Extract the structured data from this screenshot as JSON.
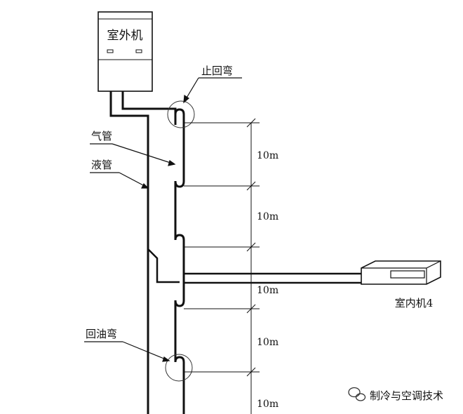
{
  "outdoor_unit": {
    "label": "室外机"
  },
  "labels": {
    "stop_bend": "止回弯",
    "gas_pipe": "气管",
    "liquid_pipe": "液管",
    "oil_return_bend": "回油弯",
    "indoor_unit": "室内机4"
  },
  "dimensions": [
    "10m",
    "10m",
    "10m",
    "10m",
    "10m"
  ],
  "watermark": {
    "text": "制冷与空调技术",
    "icon": "wechat-icon"
  }
}
